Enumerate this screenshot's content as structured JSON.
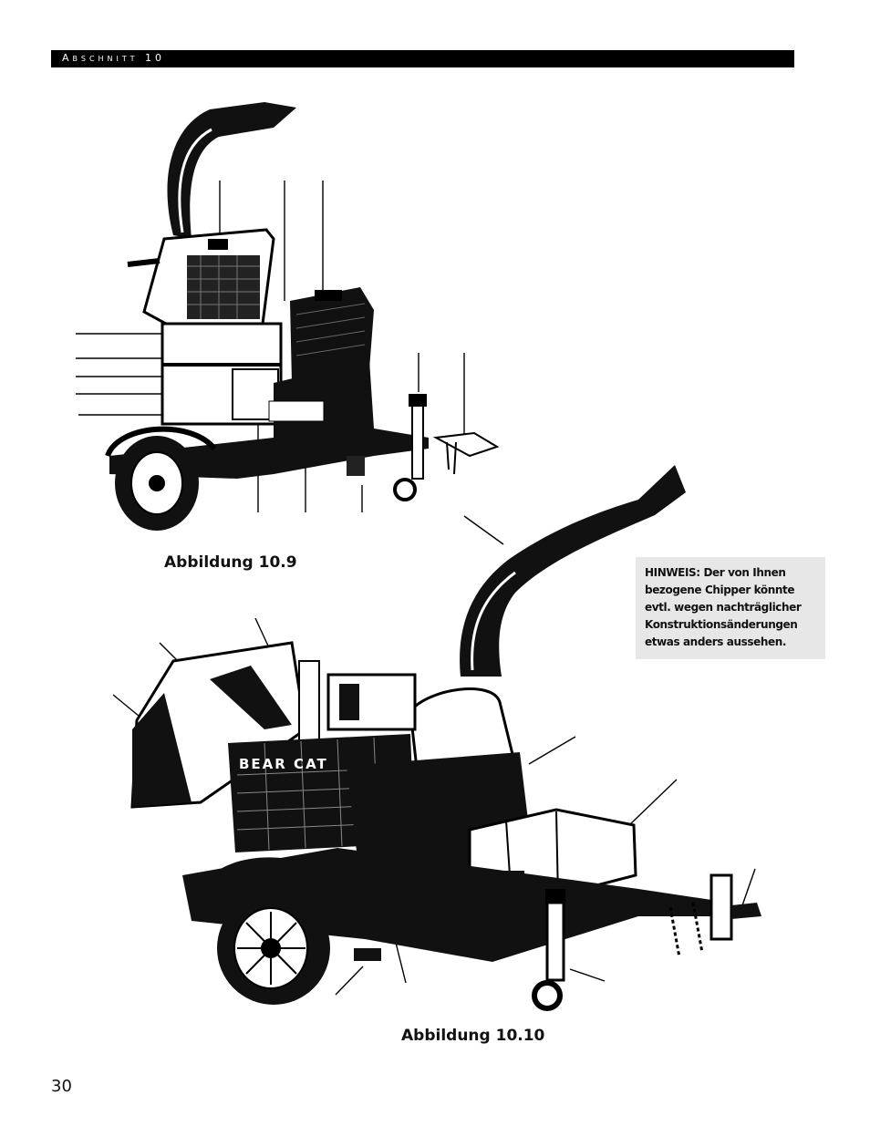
{
  "header": {
    "section_label": "Abschnitt 10"
  },
  "figures": [
    {
      "caption": "Abbildung 10.9"
    },
    {
      "caption": "Abbildung 10.10",
      "logo_text": "BEAR CAT"
    }
  ],
  "note": {
    "text": "HINWEIS: Der von Ihnen bezogene Chipper könnte evtl. wegen nachträglicher Konstruktionsänderungen etwas anders aussehen."
  },
  "footer": {
    "page_number": "30"
  }
}
